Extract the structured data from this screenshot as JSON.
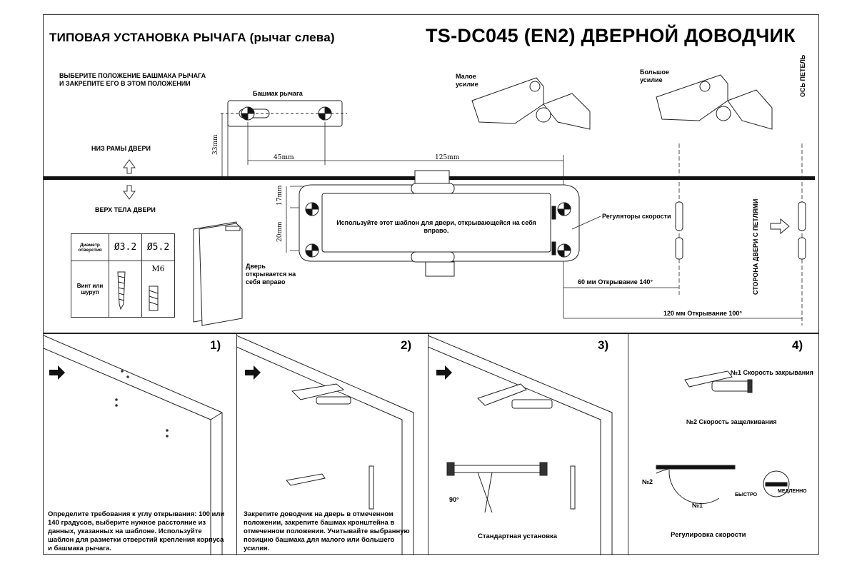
{
  "header": {
    "left_title": "ТИПОВАЯ УСТАНОВКА РЫЧАГА (рычаг слева)",
    "right_title": "TS-DC045 (EN2) ДВЕРНОЙ ДОВОДЧИК"
  },
  "template": {
    "select_note": "ВЫБЕРИТЕ ПОЛОЖЕНИЕ БАШМАКА РЫЧАГА И ЗАКРЕПИТЕ ЕГО В ЭТОМ ПОЛОЖЕНИИ",
    "shoe_label": "Башмак рычага",
    "small_force": "Малое усилие",
    "large_force": "Большое усилие",
    "hinge_axis": "ОСЬ ПЕТЕЛЬ",
    "frame_bottom": "НИЗ РАМЫ ДВЕРИ",
    "door_top": "ВЕРХ ТЕЛА ДВЕРИ",
    "dim_33": "33mm",
    "dim_45": "45mm",
    "dim_125": "125mm",
    "dim_17": "17mm",
    "dim_20": "20mm",
    "body_text": "Используйте этот шаблон для двери, открывающейся на себя вправо.",
    "speed_regulators": "Регуляторы скорости",
    "hinge_side": "СТОРОНА ДВЕРИ С ПЕТЛЯМИ",
    "open_140": "60 мм   Открывание 140°",
    "open_100": "120 мм   Открывание 100°",
    "door_opens": "Дверь открывается на себя вправо"
  },
  "spec_table": {
    "hole_diameter": "Диаметр отверстия",
    "d1": "Ø3.2",
    "d2": "Ø5.2",
    "screw_label": "Винт или шуруп",
    "m6": "M6"
  },
  "steps": [
    {
      "num": "1)",
      "caption": "Определите требования к углу открывания: 100 или 140 градусов, выберите нужное расстояние из данных, указанных на шаблоне. Используйте шаблон для разметки отверстий крепления корпуса и башмака рычага."
    },
    {
      "num": "2)",
      "caption": "Закрепите доводчик на дверь в отмеченном положении, закрепите башмак кронштейна в отмеченном положении. Учитывайте выбранную позицию башмака для малого или большего усилия."
    },
    {
      "num": "3)",
      "caption": "Стандартная установка",
      "angle": "90°"
    },
    {
      "num": "4)",
      "caption": "Регулировка скорости",
      "speed1": "№1 Скорость закрывания",
      "speed2": "№2 Скорость защелкивания",
      "n2": "№2",
      "n1": "№1",
      "fast": "БЫСТРО",
      "slow": "МЕДЛЕННО"
    }
  ]
}
